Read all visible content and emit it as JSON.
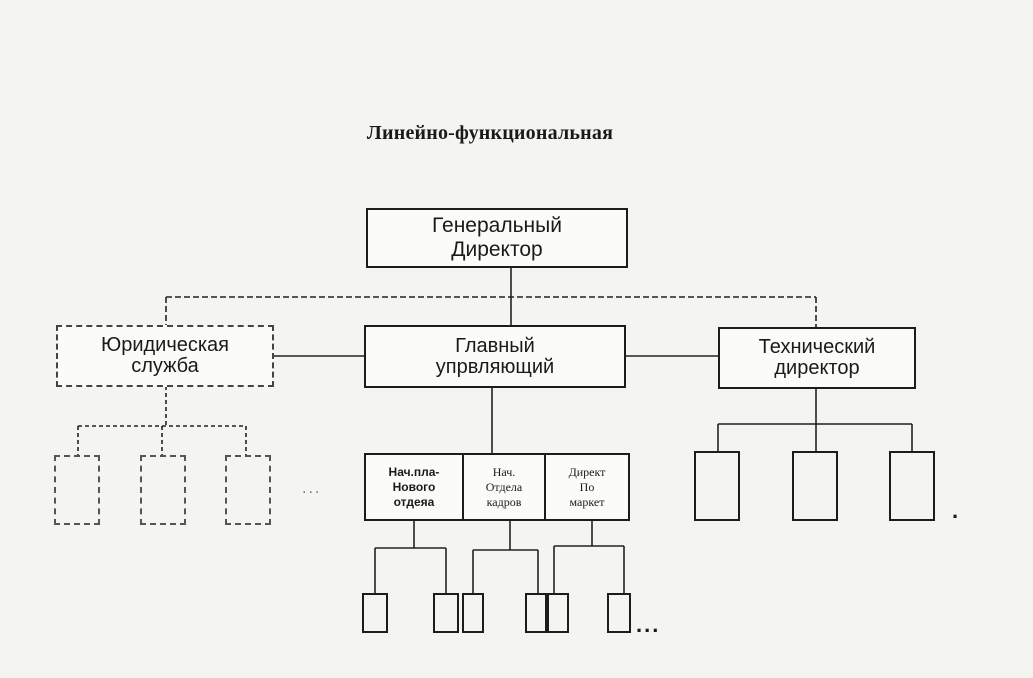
{
  "title": "Линейно-функциональная",
  "nodes": {
    "gd": "Генеральный\nДиректор",
    "legal": "Юридическая\nслужба",
    "chief": "Главный\nупрвляющий",
    "tech": "Технический\nдиректор",
    "plan": "Нач.пла-\nНового\nотдеяа",
    "hr": "Нач.\nОтдела\nкадров",
    "mkt": "Директ\nПо\nмаркет"
  },
  "ellipsis_small": "...",
  "ellipsis_bottom": "...",
  "mark": "."
}
